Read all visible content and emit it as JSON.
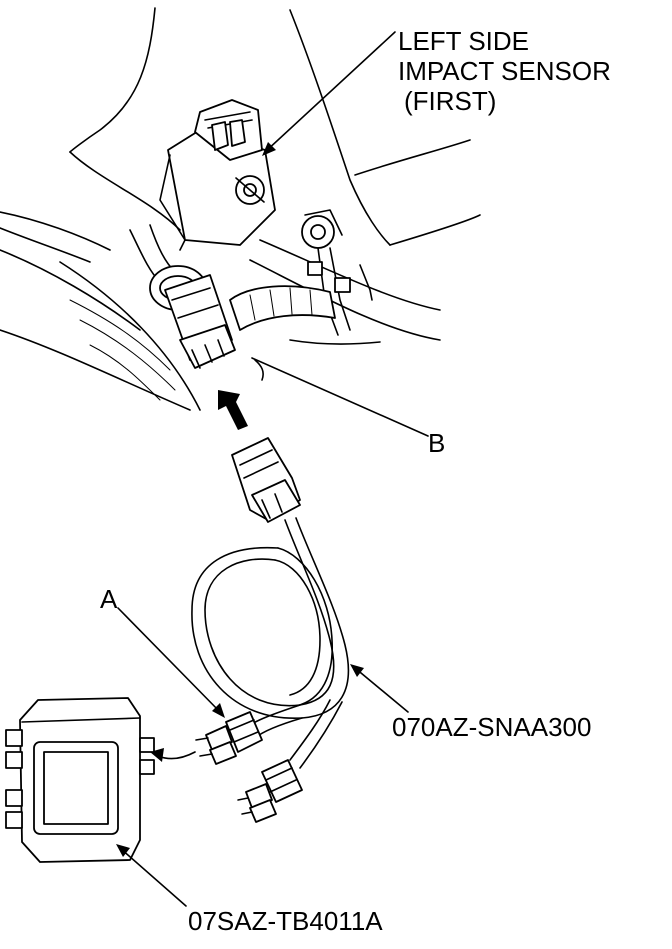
{
  "labels": {
    "sensor_line1": "LEFT SIDE",
    "sensor_line2": "IMPACT SENSOR",
    "sensor_line3": "(FIRST)",
    "connector_b": "B",
    "connector_a": "A",
    "harness_part": "070AZ-SNAA300",
    "tester_part": "07SAZ-TB4011A"
  }
}
